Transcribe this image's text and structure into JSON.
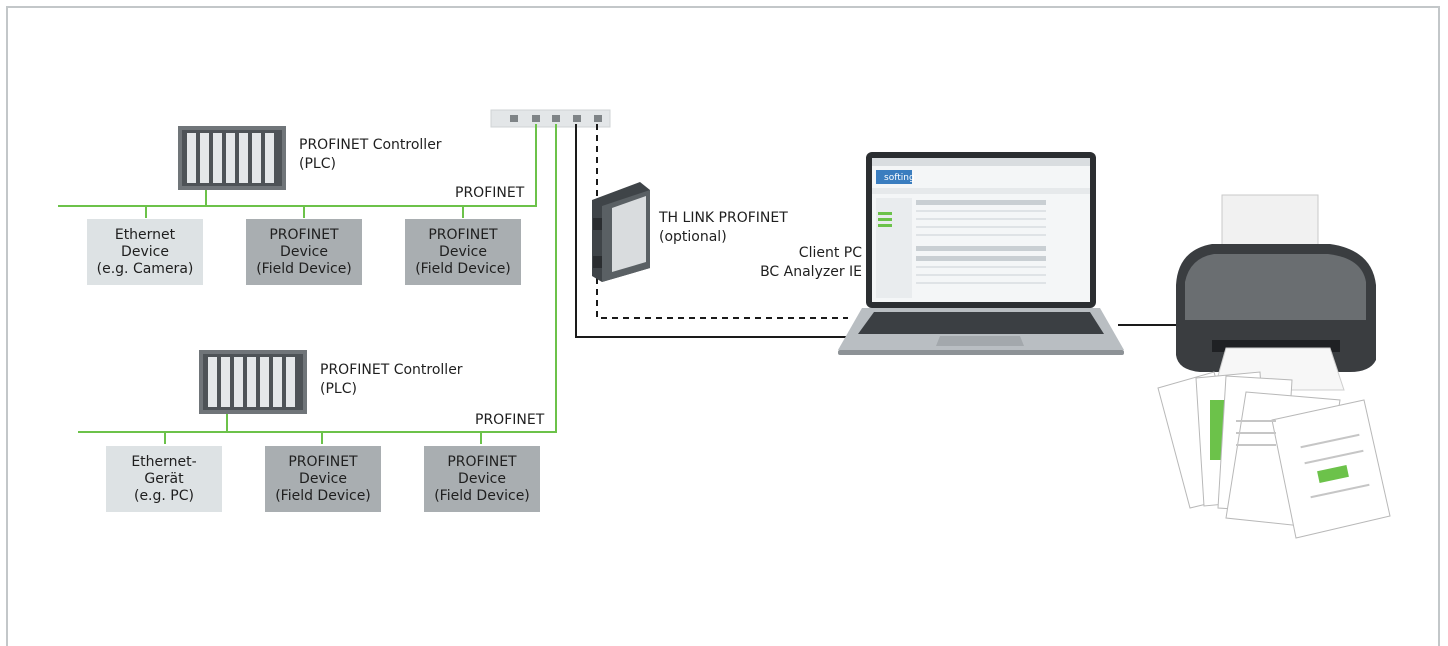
{
  "network_a": {
    "controller_label": "PROFINET Controller\n(PLC)",
    "bus_label": "PROFINET",
    "devices": [
      {
        "label": "Ethernet\nDevice\n(e.g. Camera)",
        "style": "light"
      },
      {
        "label": "PROFINET\nDevice\n(Field Device)",
        "style": "dark"
      },
      {
        "label": "PROFINET\nDevice\n(Field Device)",
        "style": "dark"
      }
    ]
  },
  "network_b": {
    "controller_label": "PROFINET Controller\n(PLC)",
    "bus_label": "PROFINET",
    "devices": [
      {
        "label": "Ethernet-\nGerät\n(e.g. PC)",
        "style": "light"
      },
      {
        "label": "PROFINET\nDevice\n(Field Device)",
        "style": "dark"
      },
      {
        "label": "PROFINET\nDevice\n(Field Device)",
        "style": "dark"
      }
    ]
  },
  "th_link_label": "TH LINK PROFINET\n(optional)",
  "client_pc_label": "Client PC\nBC Analyzer IE",
  "laptop_screen_brand": "softing",
  "colors": {
    "profinet_line": "#6cc24a",
    "cable": "#1a1a1a",
    "light_box": "#dde2e4",
    "dark_box": "#a9aeb1",
    "frame": "#c3c7c9"
  }
}
